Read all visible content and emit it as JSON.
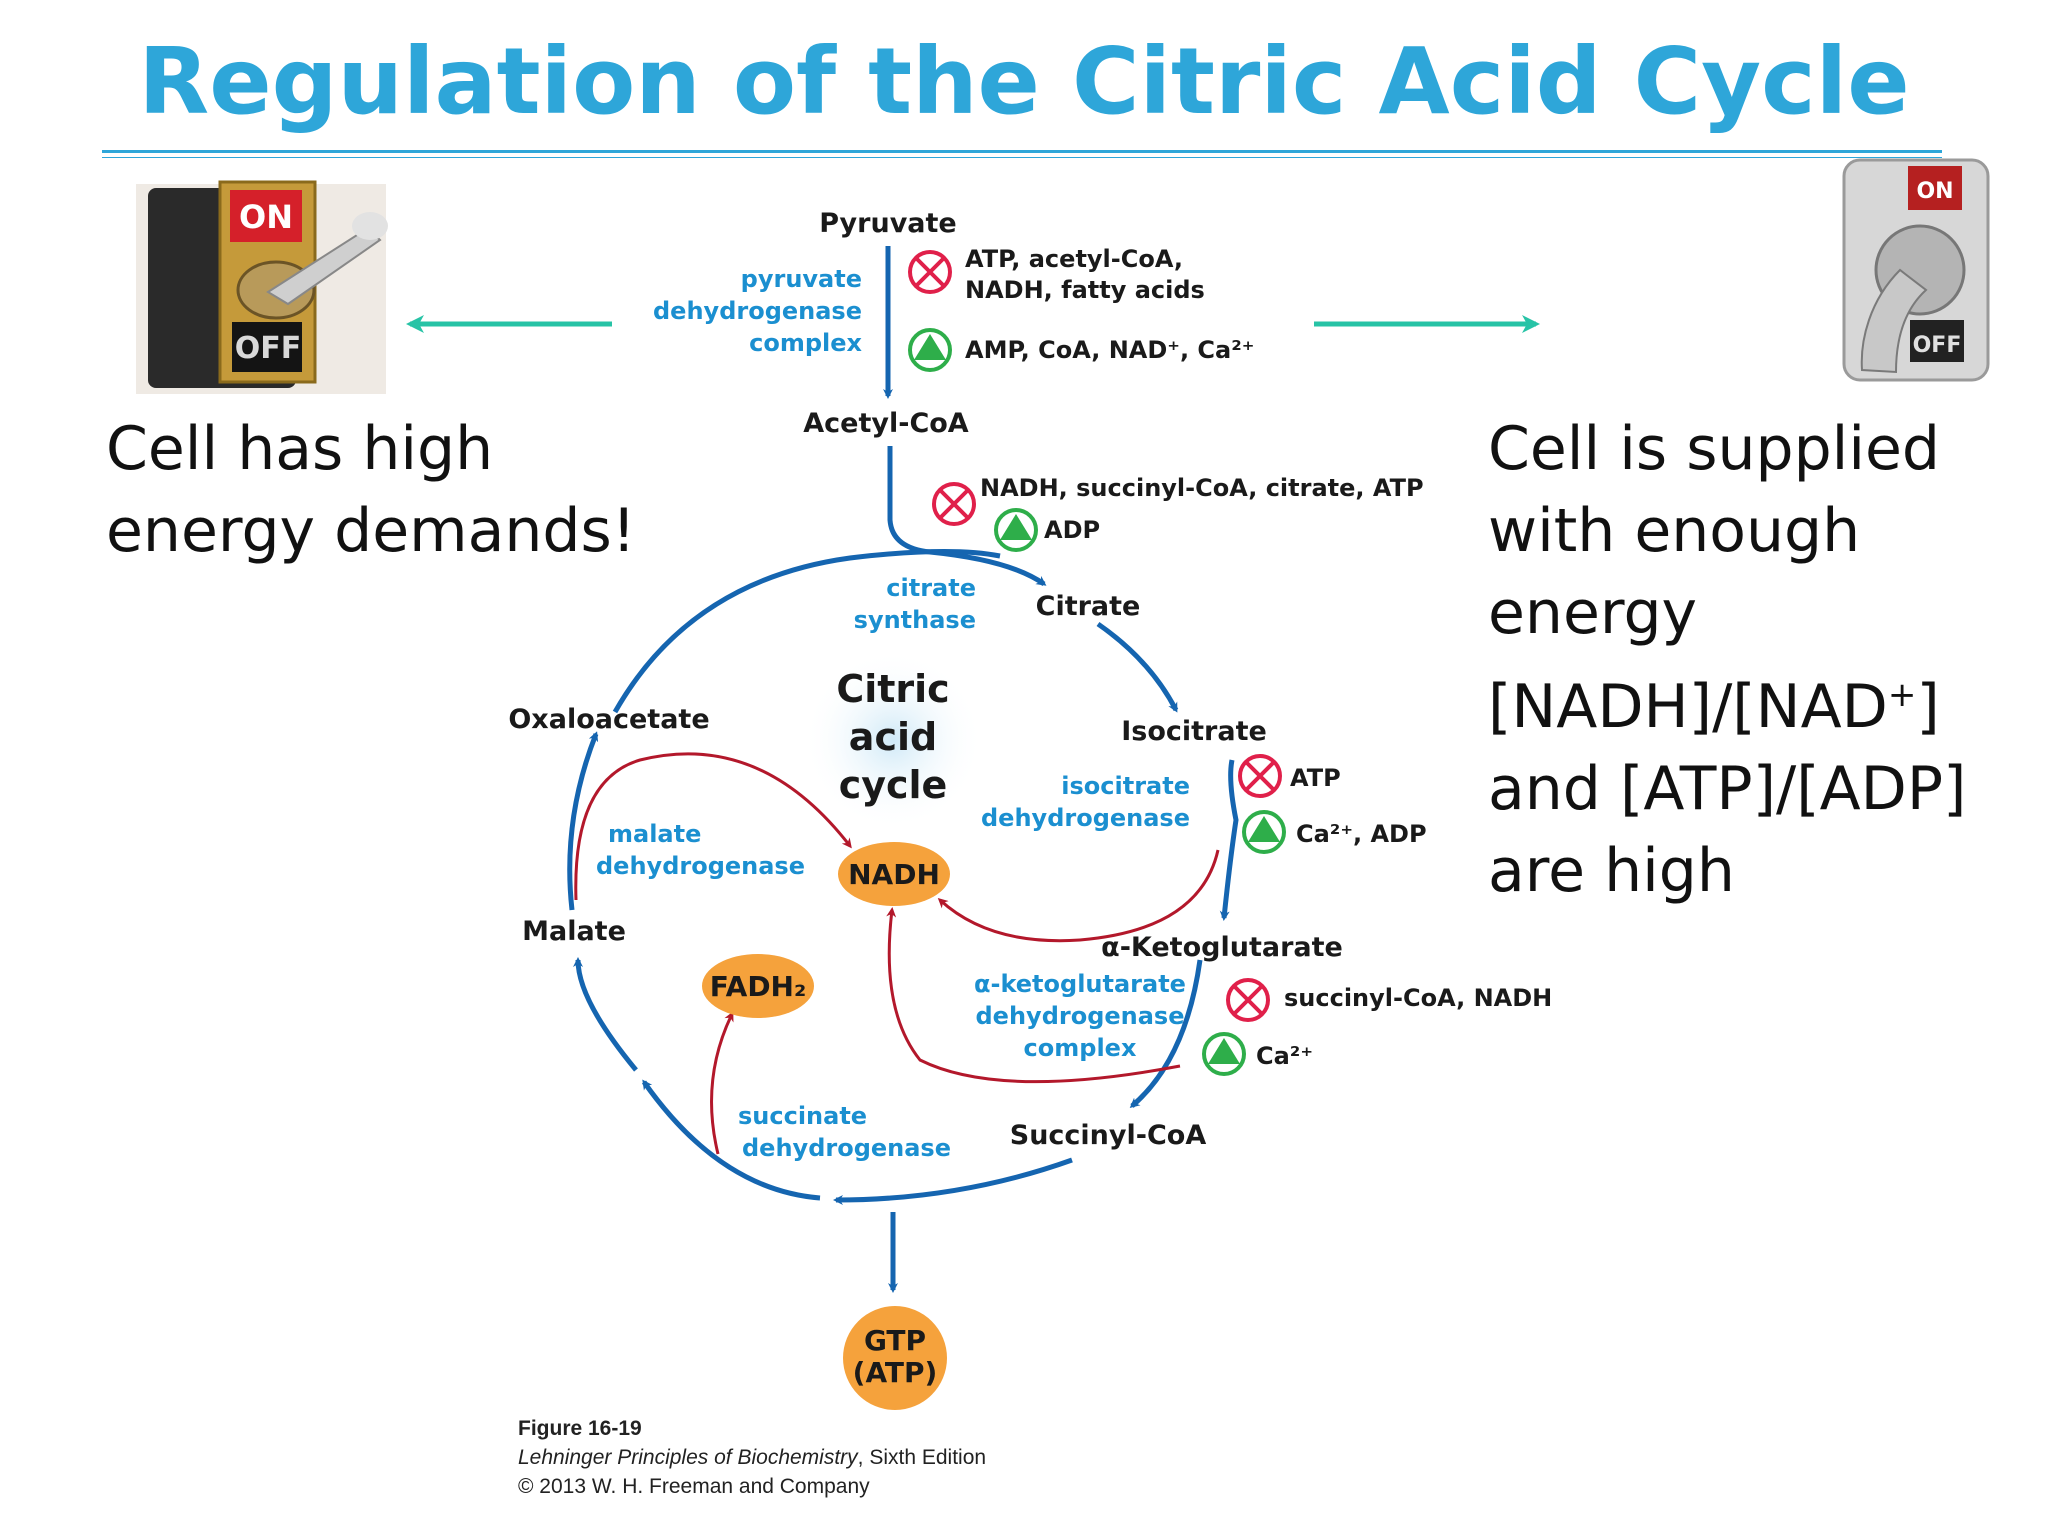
{
  "title": "Regulation of the Citric Acid Cycle",
  "left_text": "Cell has high energy demands!",
  "right_text": "Cell is supplied with enough energy [NADH]/[NAD+] and [ATP]/[ADP] are high",
  "switches": {
    "left_on": "ON",
    "left_off": "OFF",
    "right_on": "ON",
    "right_off": "OFF"
  },
  "metabolites": {
    "pyruvate": "Pyruvate",
    "acetyl_coa": "Acetyl-CoA",
    "citrate": "Citrate",
    "isocitrate": "Isocitrate",
    "alpha_ketoglutarate": "α-Ketoglutarate",
    "succinyl_coa": "Succinyl-CoA",
    "malate": "Malate",
    "oxaloacetate": "Oxaloacetate"
  },
  "center_label": [
    "Citric",
    "acid",
    "cycle"
  ],
  "enzymes": {
    "pdh": [
      "pyruvate",
      "dehydrogenase",
      "complex"
    ],
    "citrate_synthase": [
      "citrate",
      "synthase"
    ],
    "isocitrate_dh": [
      "isocitrate",
      "dehydrogenase"
    ],
    "akg_dh": [
      "α-ketoglutarate",
      "dehydrogenase",
      "complex"
    ],
    "succinate_dh": [
      "succinate",
      "dehydrogenase"
    ],
    "malate_dh": [
      "malate",
      "dehydrogenase"
    ]
  },
  "regulators": {
    "pdh_inhibitors": [
      "ATP, acetyl-CoA,",
      "NADH, fatty acids"
    ],
    "pdh_activators": "AMP, CoA, NAD⁺, Ca²⁺",
    "cs_inhibitors": "NADH, succinyl-CoA, citrate, ATP",
    "cs_activators": "ADP",
    "idh_inhibitors": "ATP",
    "idh_activators": "Ca²⁺, ADP",
    "akg_inhibitors": "succinyl-CoA, NADH",
    "akg_activators": "Ca²⁺"
  },
  "products": {
    "nadh": "NADH",
    "fadh2": "FADH₂",
    "gtp": [
      "GTP",
      "(ATP)"
    ]
  },
  "caption": {
    "figure": "Figure 16-19",
    "book": "Lehninger Principles of Biochemistry",
    "edition": ", Sixth Edition",
    "copyright": "© 2013 W. H. Freeman and Company"
  },
  "colors": {
    "title": "#2ea6d9",
    "cycle_arrow": "#1565b0",
    "feedback_arrow": "#b3182b",
    "enzyme_text": "#1b8fd0",
    "inhibitor": "#e0204a",
    "activator": "#2eae4a",
    "product_blob": "#f5a23c",
    "side_arrow": "#27c3a6"
  }
}
